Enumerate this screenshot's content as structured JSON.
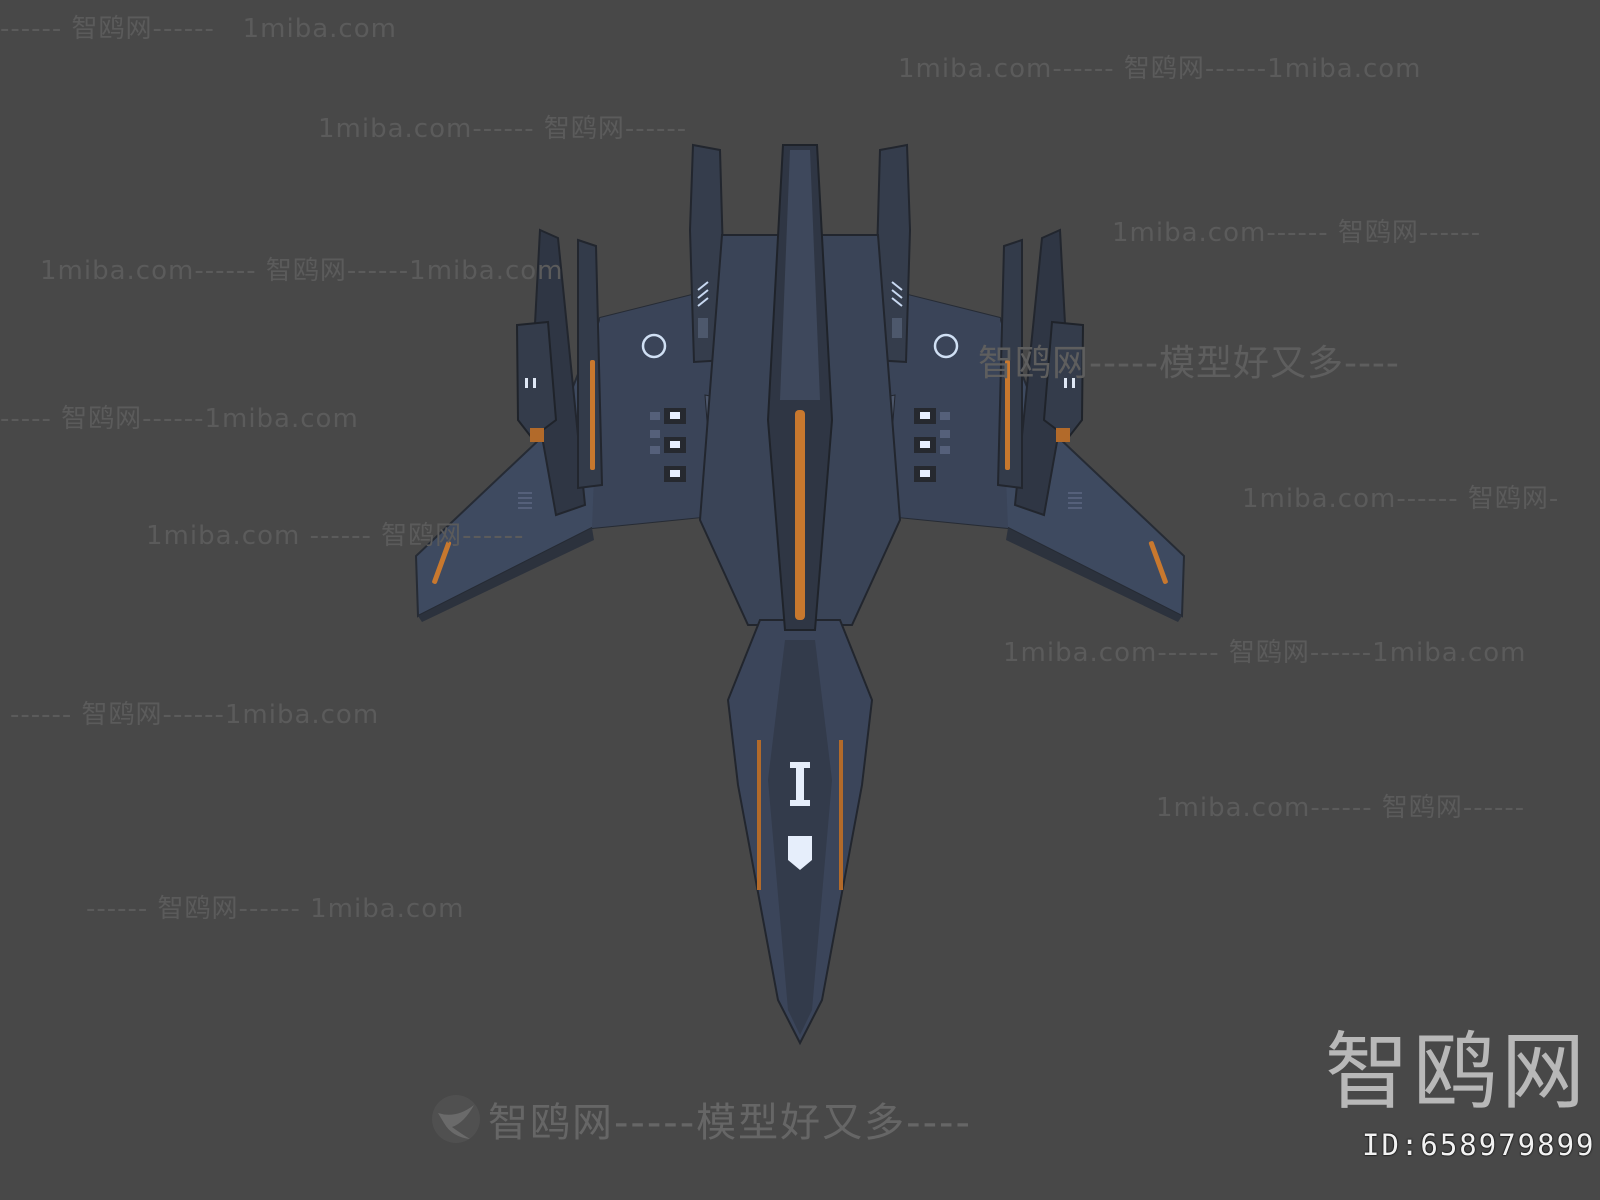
{
  "watermarks": [
    "------ 智鸥网------   1miba.com",
    "1miba.com------ 智鸥网------1miba.com",
    "1miba.com------ 智鸥网------",
    "1miba.com------ 智鸥网------",
    "1miba.com------ 智鸥网------1miba.com",
    "智鸥网-----模型好又多----",
    "----- 智鸥网------1miba.com",
    "1miba.com------ 智鸥网-",
    "1miba.com ------ 智鸥网------",
    "1miba.com------ 智鸥网------1miba.com",
    "------ 智鸥网------1miba.com",
    "1miba.com------ 智鸥网------",
    "------ 智鸥网------ 1miba.com"
  ],
  "bottom_watermark": "智鸥网-----模型好又多----",
  "logo": {
    "text": "智鸥网",
    "id": "ID:658979899"
  },
  "colors": {
    "background": "#484848",
    "hull": "#3c465a",
    "hull_dark": "#2b313d",
    "accent_orange": "#c8782e",
    "light": "#d8e4f4"
  }
}
